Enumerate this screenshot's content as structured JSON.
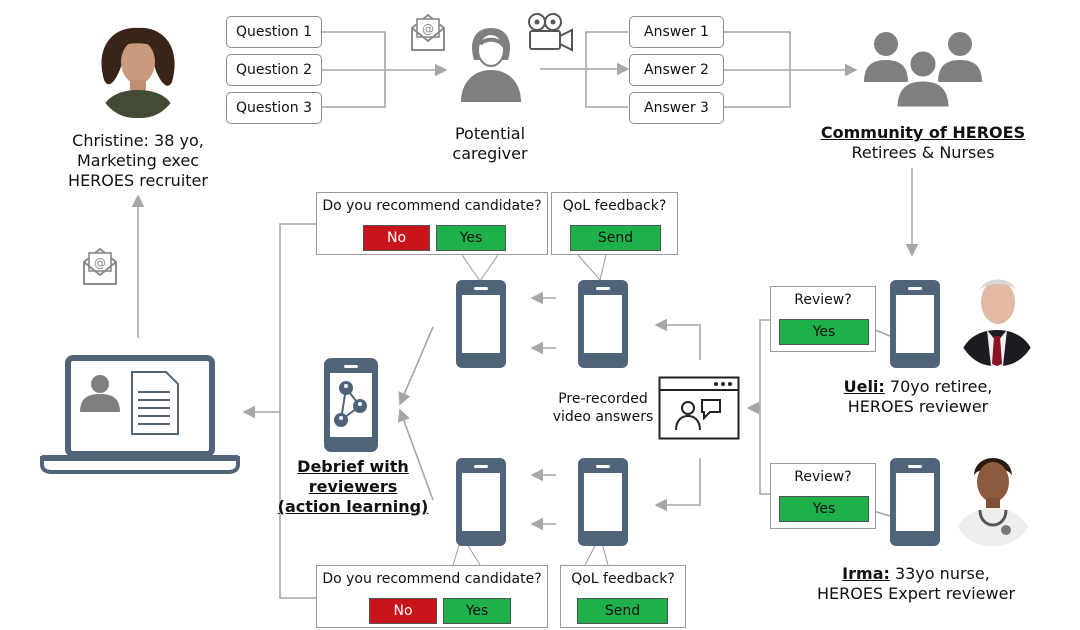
{
  "questions": [
    "Question 1",
    "Question 2",
    "Question 3"
  ],
  "answers": [
    "Answer 1",
    "Answer 2",
    "Answer 3"
  ],
  "caregiver": {
    "line1": "Potential",
    "line2": "caregiver"
  },
  "community": {
    "title": "Community of HEROES",
    "subtitle": "Retirees & Nurses"
  },
  "christine": {
    "line1": "Christine: 38 yo,",
    "line2": "Marketing exec",
    "line3": "HEROES recruiter"
  },
  "recommend_top": {
    "question": "Do you recommend candidate?",
    "no": "No",
    "yes": "Yes"
  },
  "qol_top": {
    "question": "QoL feedback?",
    "send": "Send"
  },
  "recommend_bottom": {
    "question": "Do you recommend candidate?",
    "no": "No",
    "yes": "Yes"
  },
  "qol_bottom": {
    "question": "QoL feedback?",
    "send": "Send"
  },
  "review_ueli": {
    "question": "Review?",
    "yes": "Yes"
  },
  "review_irma": {
    "question": "Review?",
    "yes": "Yes"
  },
  "prerecorded": {
    "line1": "Pre-recorded",
    "line2": "video answers"
  },
  "debrief": {
    "line1": "Debrief with",
    "line2": "reviewers",
    "line3": "(action learning)"
  },
  "ueli": {
    "name": "Ueli:",
    "desc": " 70yo retiree,",
    "line2": "HEROES reviewer"
  },
  "irma": {
    "name": "Irma:",
    "desc": " 33yo nurse,",
    "line2": "HEROES Expert reviewer"
  },
  "colors": {
    "phone": "#4f6478",
    "arrow": "#a6a6a6",
    "green": "#1eb04b",
    "red": "#c8141b",
    "icon_gray": "#8a8a8a"
  }
}
